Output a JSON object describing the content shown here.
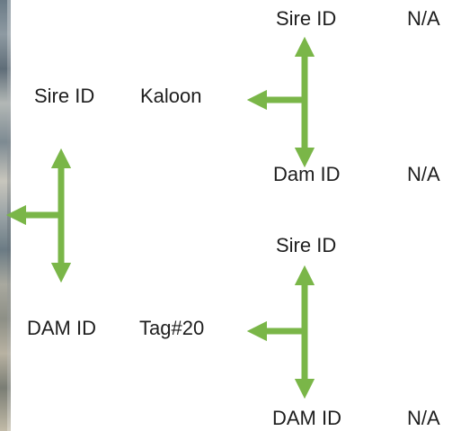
{
  "pedigree": {
    "sire": {
      "label": "Sire ID",
      "value": "Kaloon",
      "sire": {
        "label": "Sire ID",
        "value": "N/A"
      },
      "dam": {
        "label": "Dam ID",
        "value": "N/A"
      }
    },
    "dam": {
      "label": "DAM ID",
      "value": "Tag#20",
      "sire": {
        "label": "Sire ID",
        "value": ""
      },
      "dam": {
        "label": "DAM ID",
        "value": "N/A"
      }
    }
  },
  "colors": {
    "arrow": "#7ab648",
    "text": "#1e1e1e"
  }
}
